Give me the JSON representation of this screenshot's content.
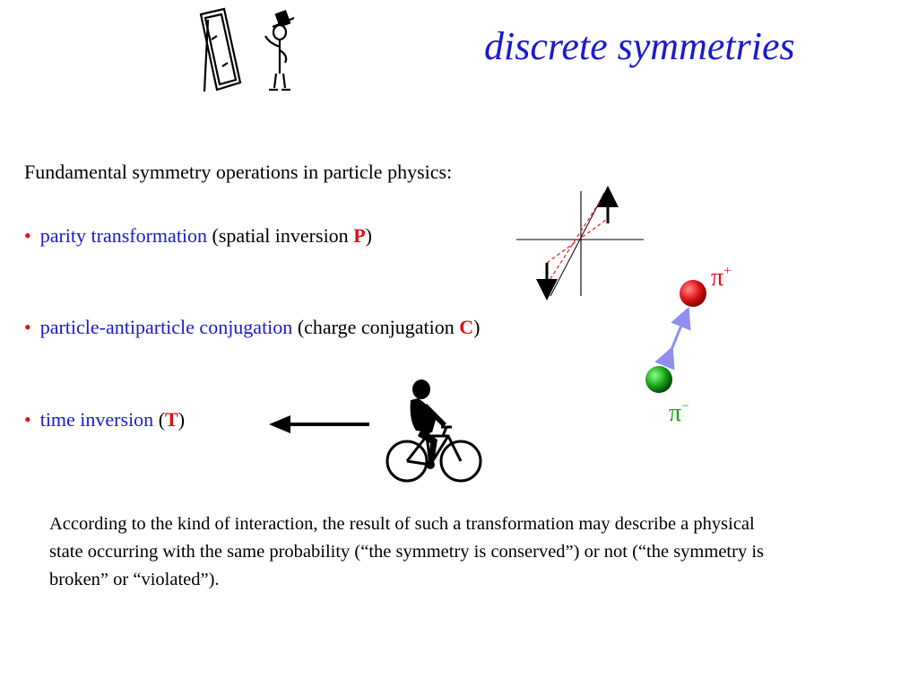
{
  "title": "discrete symmetries",
  "intro": "Fundamental symmetry operations in particle physics:",
  "bullets": [
    {
      "term": "parity transformation",
      "pre": " (spatial inversion ",
      "symbol": "P",
      "post": ")"
    },
    {
      "term": "particle-antiparticle conjugation",
      "pre": " (charge conjugation ",
      "symbol": "C",
      "post": ")"
    },
    {
      "term": "time inversion",
      "pre": " (",
      "symbol": "T",
      "post": ")"
    }
  ],
  "note": "According to the kind of interaction, the result of such a transformation may describe a physical state occurring with the same probability (“the symmetry is conserved”) or not (“the symmetry is broken” or “violated”).",
  "pions": {
    "plus": {
      "symbol": "π",
      "charge": "+",
      "color": "#e0141c"
    },
    "minus": {
      "symbol": "π",
      "charge": "−",
      "color": "#1aa51a"
    }
  },
  "colors": {
    "title": "#1a1acc",
    "term": "#1a1acc",
    "symbol": "#dd1111",
    "dashed": "#e81c1c",
    "link": "#8f8ff0"
  },
  "icons": [
    "mirror-icon",
    "person-in-top-hat-icon",
    "cyclist-icon",
    "left-arrow-icon"
  ]
}
